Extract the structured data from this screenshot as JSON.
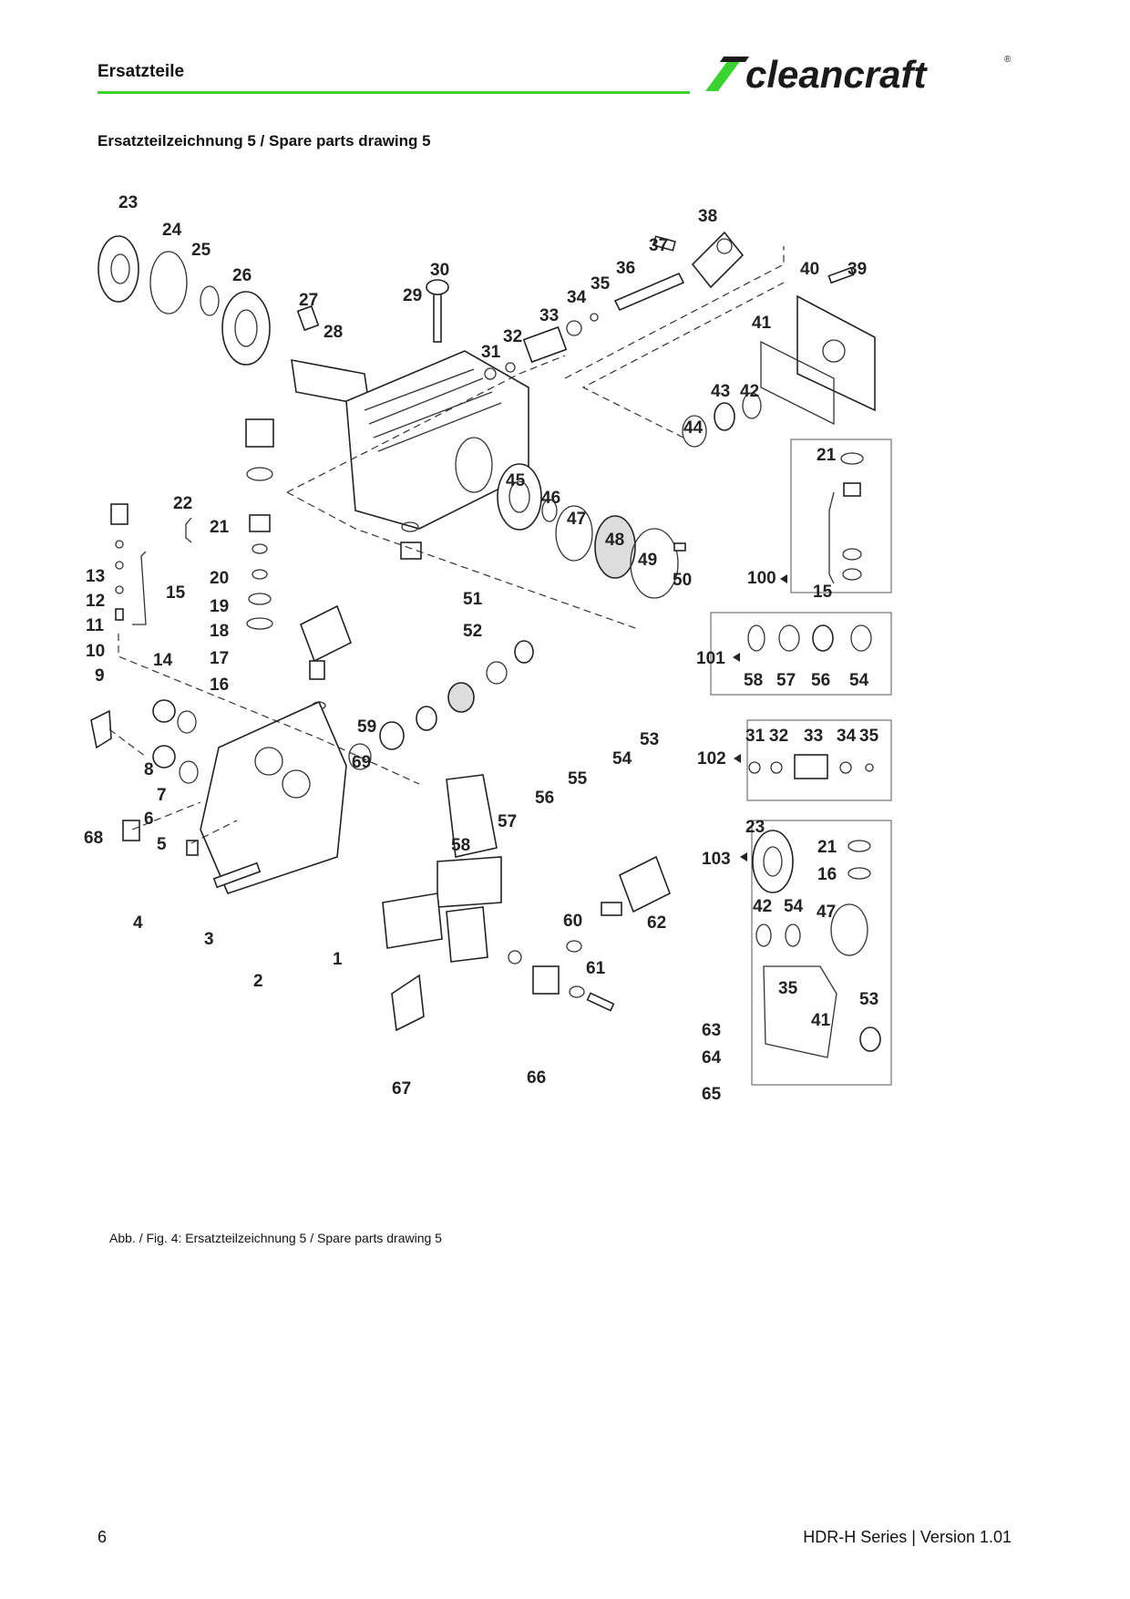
{
  "header": {
    "section_title": "Ersatzteile",
    "logo_text": "cleancraft",
    "logo_mark": "®"
  },
  "drawing_title": "Ersatzteilzeichnung 5 / Spare parts drawing 5",
  "drawing": {
    "part_labels": [
      "1",
      "2",
      "3",
      "4",
      "5",
      "6",
      "7",
      "8",
      "9",
      "10",
      "11",
      "12",
      "13",
      "14",
      "15",
      "16",
      "17",
      "18",
      "19",
      "20",
      "21",
      "22",
      "23",
      "24",
      "25",
      "26",
      "27",
      "28",
      "29",
      "30",
      "31",
      "32",
      "33",
      "34",
      "35",
      "36",
      "37",
      "38",
      "39",
      "40",
      "41",
      "42",
      "43",
      "44",
      "45",
      "46",
      "47",
      "48",
      "49",
      "50",
      "51",
      "52",
      "53",
      "54",
      "55",
      "56",
      "57",
      "58",
      "59",
      "60",
      "61",
      "62",
      "63",
      "64",
      "65",
      "66",
      "67",
      "68",
      "69"
    ],
    "kits": [
      {
        "id": "100",
        "items": [
          "21",
          "15"
        ]
      },
      {
        "id": "101",
        "items": [
          "58",
          "57",
          "56",
          "54"
        ]
      },
      {
        "id": "102",
        "items": [
          "31",
          "32",
          "33",
          "34",
          "35"
        ]
      },
      {
        "id": "103",
        "items": [
          "23",
          "21",
          "16",
          "42",
          "54",
          "47",
          "35",
          "41",
          "53"
        ]
      }
    ]
  },
  "caption": "Abb. / Fig. 4: Ersatzteilzeichnung 5 / Spare parts drawing 5",
  "footer": {
    "page_number": "6",
    "doc_info": "HDR-H Series | Version 1.01"
  },
  "colors": {
    "accent_green": "#3bd232",
    "logo_dark": "#1a1a1a"
  }
}
